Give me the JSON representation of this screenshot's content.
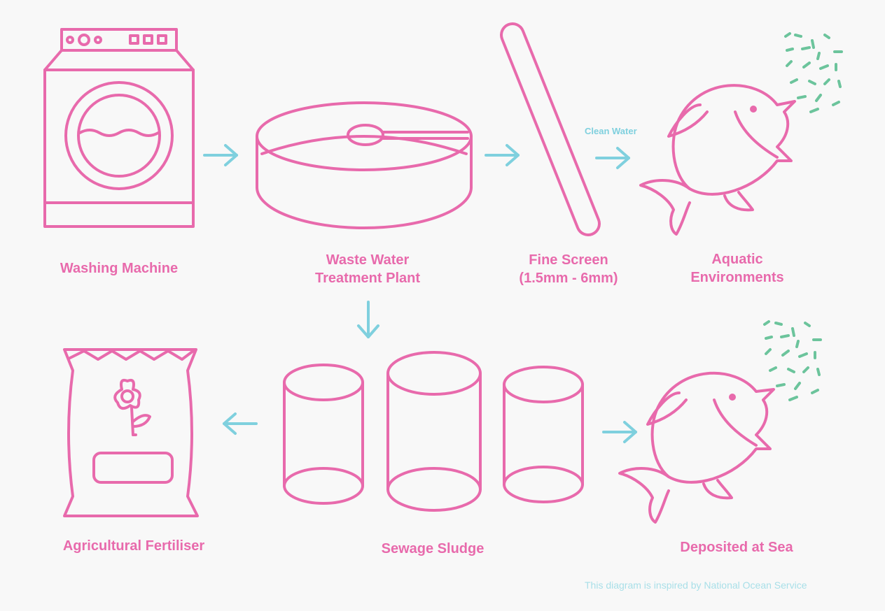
{
  "colors": {
    "outline": "#e86aac",
    "arrow": "#7fd0de",
    "particles": "#6cc49c",
    "background": "#f8f8f8"
  },
  "labels": {
    "washing_machine": "Washing Machine",
    "treatment_plant": "Waste Water\nTreatment Plant",
    "fine_screen": "Fine Screen\n(1.5mm - 6mm)",
    "aquatic": "Aquatic\nEnvironments",
    "fertiliser": "Agricultural Fertiliser",
    "sludge": "Sewage Sludge",
    "sea": "Deposited at Sea"
  },
  "clean_water_label": "Clean Water",
  "credit": "This diagram is inspired by National Ocean Service",
  "icons": [
    "washing-machine-icon",
    "treatment-plant-icon",
    "fine-screen-icon",
    "fish-icon",
    "microplastic-particles-icon",
    "fertiliser-bag-icon",
    "flower-icon",
    "sludge-tank-icon",
    "arrow-icon"
  ]
}
